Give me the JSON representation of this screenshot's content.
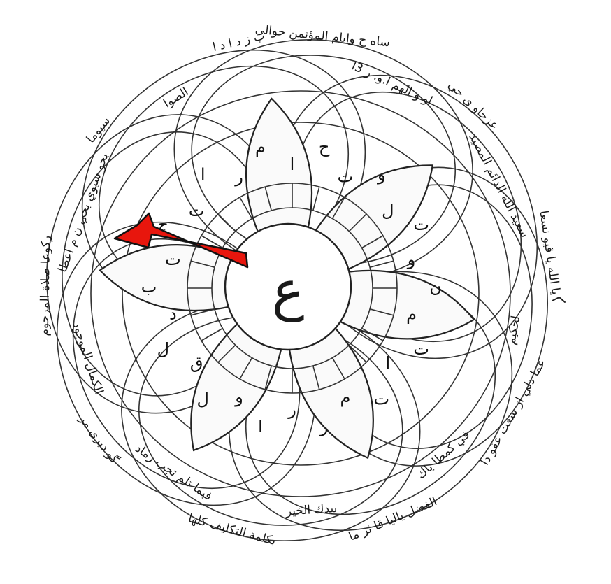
{
  "diagram": {
    "center_glyph": "ع",
    "rim_inscriptions": [
      "ساه ح وايام المؤتمن حوالي",
      "او و الهم ا.و. ر 3ا",
      "عزحاو ي حي",
      "سعيد الله الدائم المصيد",
      "يا الله يا قيو نسعا",
      "لحكيم",
      "عما دلي از سعت عفو دا",
      "في كمطا ياك",
      "الفضل ياليا قا ثر ما",
      "بيدك الخير",
      "بكلمة التكليف كلها",
      "فيما تلم تجب رماد",
      "گو ديرى مر",
      "الكمال الموجود",
      "ركوعا صلاة المرحوم",
      "بحو سيوي بحي ن م اعطا",
      "سيوما",
      "الصوا",
      "ب ز د ا د ا"
    ],
    "ring_letters": [
      "ا",
      "ح",
      "ت",
      "و",
      "ل",
      "ت",
      "و",
      "ن",
      "م",
      "ت",
      "ا",
      "ت",
      "م",
      "ر",
      "ر",
      "ا",
      "و",
      "ل",
      "ق",
      "ل",
      "د",
      "ب",
      "ت",
      "ج",
      "ت",
      "ا",
      "ر",
      "م"
    ],
    "pointer": {
      "label": "",
      "color": "#e8160d",
      "outline": "#111111"
    }
  }
}
